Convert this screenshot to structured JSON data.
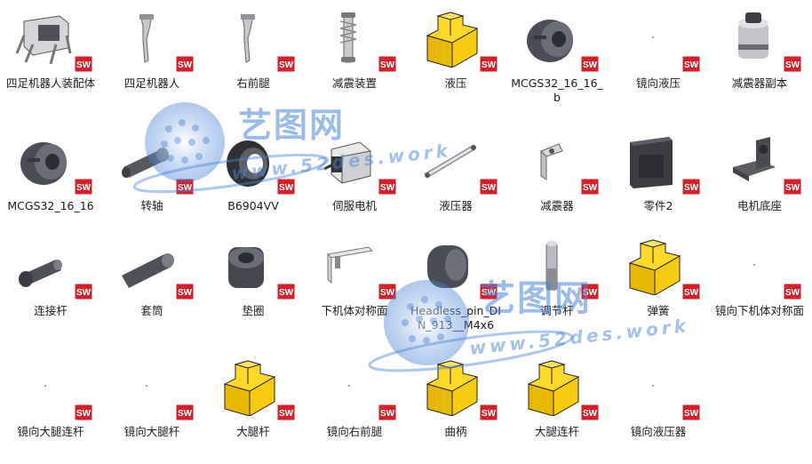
{
  "files": [
    {
      "name": "四足机器人装配体",
      "icon": "assembly-icon"
    },
    {
      "name": "四足机器人",
      "icon": "leg-part-icon"
    },
    {
      "name": "右前腿",
      "icon": "leg-part-icon"
    },
    {
      "name": "减震装置",
      "icon": "shock-absorber-icon"
    },
    {
      "name": "液压",
      "icon": "yellow-placeholder-part-icon"
    },
    {
      "name": "MCGS32_16_16_b",
      "icon": "coupling-icon"
    },
    {
      "name": "镜向液压",
      "icon": "blank-part-icon"
    },
    {
      "name": "减震器副本",
      "icon": "damper-icon"
    },
    {
      "name": "MCGS32_16_16",
      "icon": "coupling-icon"
    },
    {
      "name": "转轴",
      "icon": "shaft-icon"
    },
    {
      "name": "B6904VV",
      "icon": "bearing-icon"
    },
    {
      "name": "伺服电机",
      "icon": "servo-motor-icon"
    },
    {
      "name": "液压器",
      "icon": "hydraulic-cylinder-icon"
    },
    {
      "name": "减震器",
      "icon": "bracket-icon"
    },
    {
      "name": "零件2",
      "icon": "plate-icon"
    },
    {
      "name": "电机底座",
      "icon": "motor-base-icon"
    },
    {
      "name": "连接杆",
      "icon": "bolt-icon"
    },
    {
      "name": "套筒",
      "icon": "sleeve-icon"
    },
    {
      "name": "垫圈",
      "icon": "washer-icon"
    },
    {
      "name": "下机体对称面",
      "icon": "sheet-bracket-icon"
    },
    {
      "name": "Headless_pin_DIN_913__M4x6",
      "icon": "pin-icon"
    },
    {
      "name": "调节杆",
      "icon": "adjust-rod-icon"
    },
    {
      "name": "弹簧",
      "icon": "yellow-placeholder-part-icon"
    },
    {
      "name": "镜向下机体对称面",
      "icon": "blank-part-icon"
    },
    {
      "name": "镜向大腿连杆",
      "icon": "blank-part-icon"
    },
    {
      "name": "镜向大腿杆",
      "icon": "blank-part-icon"
    },
    {
      "name": "大腿杆",
      "icon": "yellow-placeholder-part-icon"
    },
    {
      "name": "镜向右前腿",
      "icon": "blank-part-icon"
    },
    {
      "name": "曲柄",
      "icon": "yellow-placeholder-part-icon"
    },
    {
      "name": "大腿连杆",
      "icon": "yellow-placeholder-part-icon"
    },
    {
      "name": "镜向液压器",
      "icon": "blank-part-icon"
    }
  ],
  "badge": {
    "text": "SW",
    "color": "#d4202a"
  },
  "watermark": {
    "brand": "艺图网",
    "url": "www.52des.work",
    "color": "#4a86d8"
  }
}
